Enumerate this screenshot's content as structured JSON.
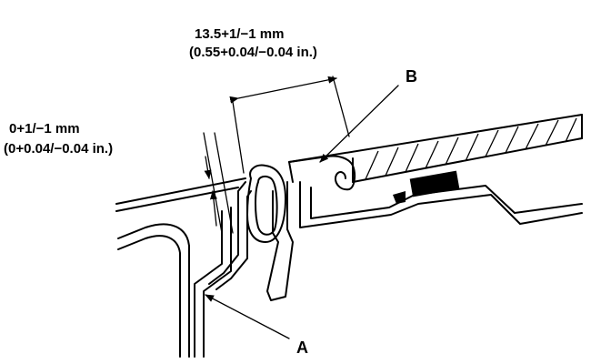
{
  "dimensions": {
    "top_line1": "13.5+1/−1 mm",
    "top_line2": "(0.55+0.04/−0.04 in.)",
    "left_line1": "0+1/−1 mm",
    "left_line2": "(0+0.04/−0.04 in.)"
  },
  "callouts": {
    "a": "A",
    "b": "B"
  }
}
